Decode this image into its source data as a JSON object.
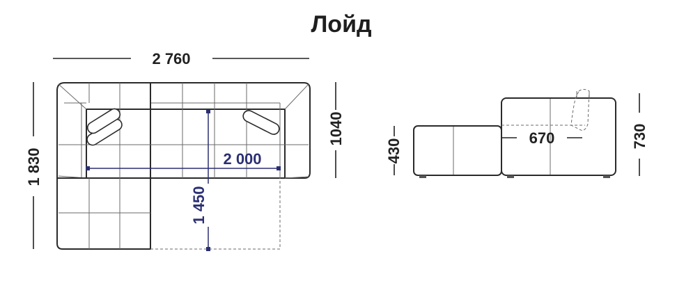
{
  "title": "Лойд",
  "colors": {
    "outline": "#2a2a2a",
    "accent": "#2b2f72",
    "text": "#222222"
  },
  "top_view": {
    "overall_width": "2 760",
    "overall_depth": "1 830",
    "main_depth": "1040",
    "seat_width": "2 000",
    "chaise_depth": "1 450"
  },
  "side_view": {
    "seat_height": "430",
    "back_height": "730",
    "seat_depth": "670"
  }
}
